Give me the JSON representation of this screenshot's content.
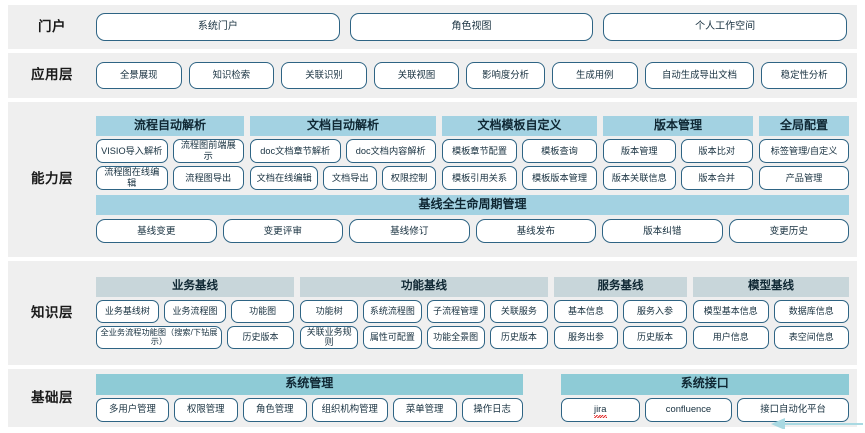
{
  "colors": {
    "band_bg": "#efefef",
    "pill_border": "#2e6484",
    "header_blue": "#a3d2e2",
    "header_gray": "#c8d6da",
    "header_teal": "#8ecbd6",
    "arrow_teal": "#a9d9e2",
    "spell_red": "#e02020"
  },
  "layers": [
    {
      "id": "portal",
      "label": "门户",
      "items": [
        "系统门户",
        "角色视图",
        "个人工作空间"
      ]
    },
    {
      "id": "application",
      "label": "应用层",
      "items": [
        "全景展现",
        "知识检索",
        "关联识别",
        "关联视图",
        "影响度分析",
        "生成用例",
        "自动生成导出文档",
        "稳定性分析"
      ]
    },
    {
      "id": "capability",
      "label": "能力层",
      "groups": [
        {
          "title": "流程自动解析",
          "rows": [
            [
              "VISIO导入解析",
              "流程图前端展示"
            ],
            [
              "流程图在线编辑",
              "流程图导出"
            ]
          ]
        },
        {
          "title": "文档自动解析",
          "rows": [
            [
              "doc文档章节解析",
              "doc文档内容解析"
            ],
            [
              "文档在线编辑",
              "文档导出",
              "权限控制"
            ]
          ]
        },
        {
          "title": "文档模板自定义",
          "rows": [
            [
              "模板章节配置",
              "模板查询"
            ],
            [
              "模板引用关系",
              "模板版本管理"
            ]
          ]
        },
        {
          "title": "版本管理",
          "rows": [
            [
              "版本管理",
              "版本比对"
            ],
            [
              "版本关联信息",
              "版本合并"
            ]
          ]
        },
        {
          "title": "全局配置",
          "rows": [
            [
              "标签管理/自定义"
            ],
            [
              "产品管理"
            ]
          ]
        }
      ],
      "fullwidth_block": {
        "title": "基线全生命周期管理",
        "items": [
          "基线变更",
          "变更评审",
          "基线修订",
          "基线发布",
          "版本纠错",
          "变更历史"
        ]
      }
    },
    {
      "id": "knowledge",
      "label": "知识层",
      "groups": [
        {
          "title": "业务基线",
          "rows": [
            [
              "业务基线树",
              "业务流程图",
              "功能图"
            ],
            [
              "全业务流程功能图（搜索/下钻展示）",
              "历史版本"
            ]
          ]
        },
        {
          "title": "功能基线",
          "rows": [
            [
              "功能树",
              "系统流程图",
              "子流程管理",
              "关联服务"
            ],
            [
              "关联业务规则",
              "属性可配置",
              "功能全景图",
              "历史版本"
            ]
          ]
        },
        {
          "title": "服务基线",
          "rows": [
            [
              "基本信息",
              "服务入参"
            ],
            [
              "服务出参",
              "历史版本"
            ]
          ]
        },
        {
          "title": "模型基线",
          "rows": [
            [
              "模型基本信息",
              "数据库信息"
            ],
            [
              "用户信息",
              "表空间信息"
            ]
          ]
        }
      ]
    },
    {
      "id": "foundation",
      "label": "基础层",
      "groups": [
        {
          "title": "系统管理",
          "rows": [
            [
              "多用户管理",
              "权限管理",
              "角色管理",
              "组织机构管理",
              "菜单管理",
              "操作日志"
            ]
          ]
        },
        {
          "title": "系统接口",
          "rows": [
            [
              "jira",
              "confluence",
              "接口自动化平台"
            ]
          ],
          "misspelled": [
            "jira"
          ]
        }
      ]
    }
  ]
}
